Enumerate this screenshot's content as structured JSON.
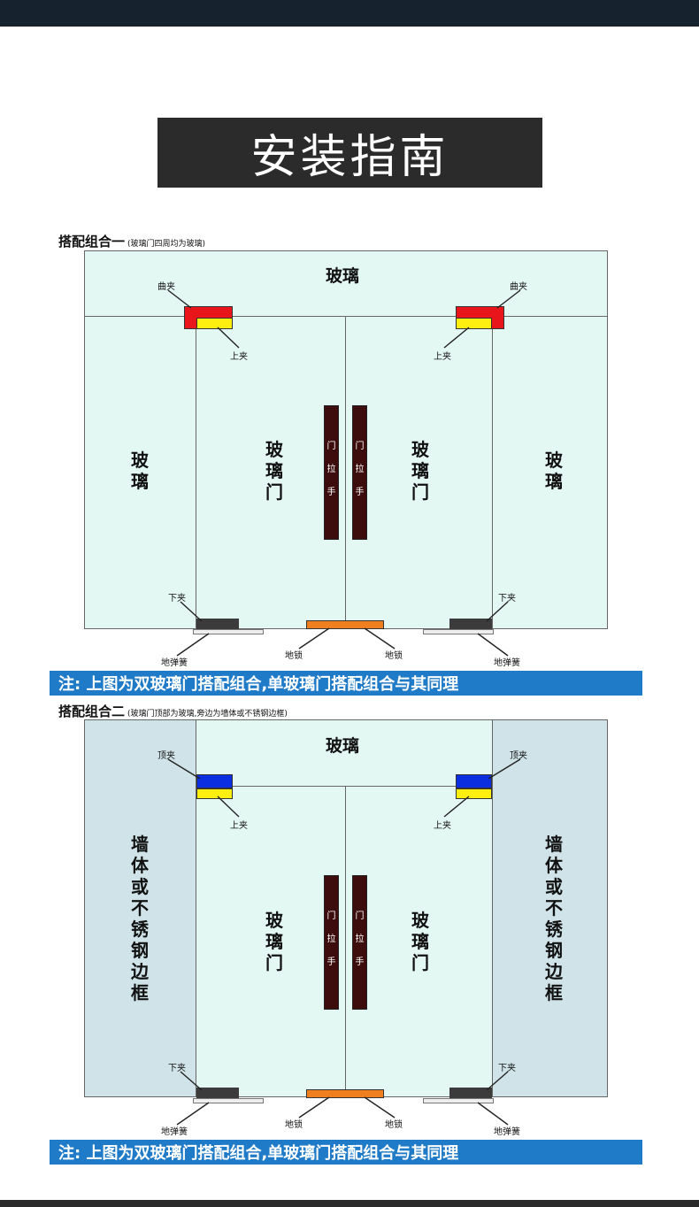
{
  "title": "安装指南",
  "combo1": {
    "label": "搭配组合一",
    "sub": "(玻璃门四周均为玻璃)",
    "top_glass": "玻璃",
    "side_glass": "玻璃",
    "door": "玻璃门",
    "handle": "门拉手",
    "bend_clip": "曲夹",
    "top_clip": "上夹",
    "bottom_clip": "下夹",
    "floor_lock": "地锁",
    "floor_spring": "地弹簧"
  },
  "combo2": {
    "label": "搭配组合二",
    "sub": "(玻璃门顶部为玻璃,旁边为墙体或不锈钢边框)",
    "top_glass": "玻璃",
    "wall": "墙体或不锈钢边框",
    "door": "玻璃门",
    "handle": "门拉手",
    "ceiling_clip": "顶夹",
    "top_clip": "上夹",
    "bottom_clip": "下夹",
    "floor_lock": "地锁",
    "floor_spring": "地弹簧"
  },
  "note": "注:  上图为双玻璃门搭配组合,单玻璃门搭配组合与其同理",
  "colors": {
    "glass": "#e3f7f3",
    "wall": "#cfe3e8",
    "bend_clip": "#e8161b",
    "ceiling_clip": "#0b2ee0",
    "top_clip": "#ffef10",
    "bottom_clip": "#3b3b3b",
    "floor_lock": "#f07f20",
    "note_bg": "#1f7ac7"
  }
}
